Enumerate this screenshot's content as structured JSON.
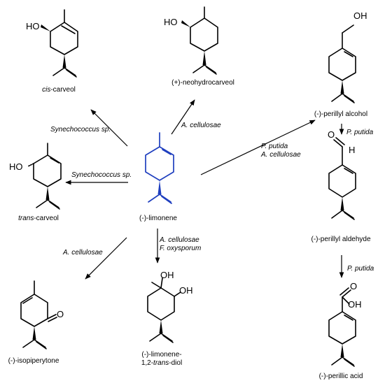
{
  "compounds": {
    "cis_carveol": {
      "prefix": "cis",
      "rest": "-carveol"
    },
    "neohydrocarveol": "(+)-neohydrocarveol",
    "perillyl_alcohol": "(-)-perillyl alcohol",
    "trans_carveol": {
      "prefix": "trans",
      "rest": "-carveol"
    },
    "limonene": "(-)-limonene",
    "perillyl_aldehyde": "(-)-perillyl aldehyde",
    "isopiperytone": "(-)-isopiperytone",
    "limonene_diol": {
      "line1": "(-)-limonene-",
      "line2_pre": "1,2-",
      "line2_italic": "trans",
      "line2_post": "-diol"
    },
    "perillic_acid": "(-)-perillic acid"
  },
  "atoms": {
    "ho": "HO",
    "oh": "OH",
    "o": "O",
    "h": "H"
  },
  "organisms": {
    "to_cis_carveol": "Synechococcus sp.",
    "to_neohydrocarveol": "A. cellulosae",
    "to_perillyl_alcohol_1": "P. putida",
    "to_perillyl_alcohol_2": "A. cellulosae",
    "to_trans_carveol": "Synechococcus sp.",
    "to_aldehyde": "P. putida",
    "to_isopiperytone": "A. cellulosae",
    "to_diol_1": "A. cellulosae",
    "to_diol_2": "F. oxysporum",
    "to_acid": "P. putida"
  },
  "colors": {
    "highlight": "#1f3fbf",
    "ink": "#000000"
  }
}
